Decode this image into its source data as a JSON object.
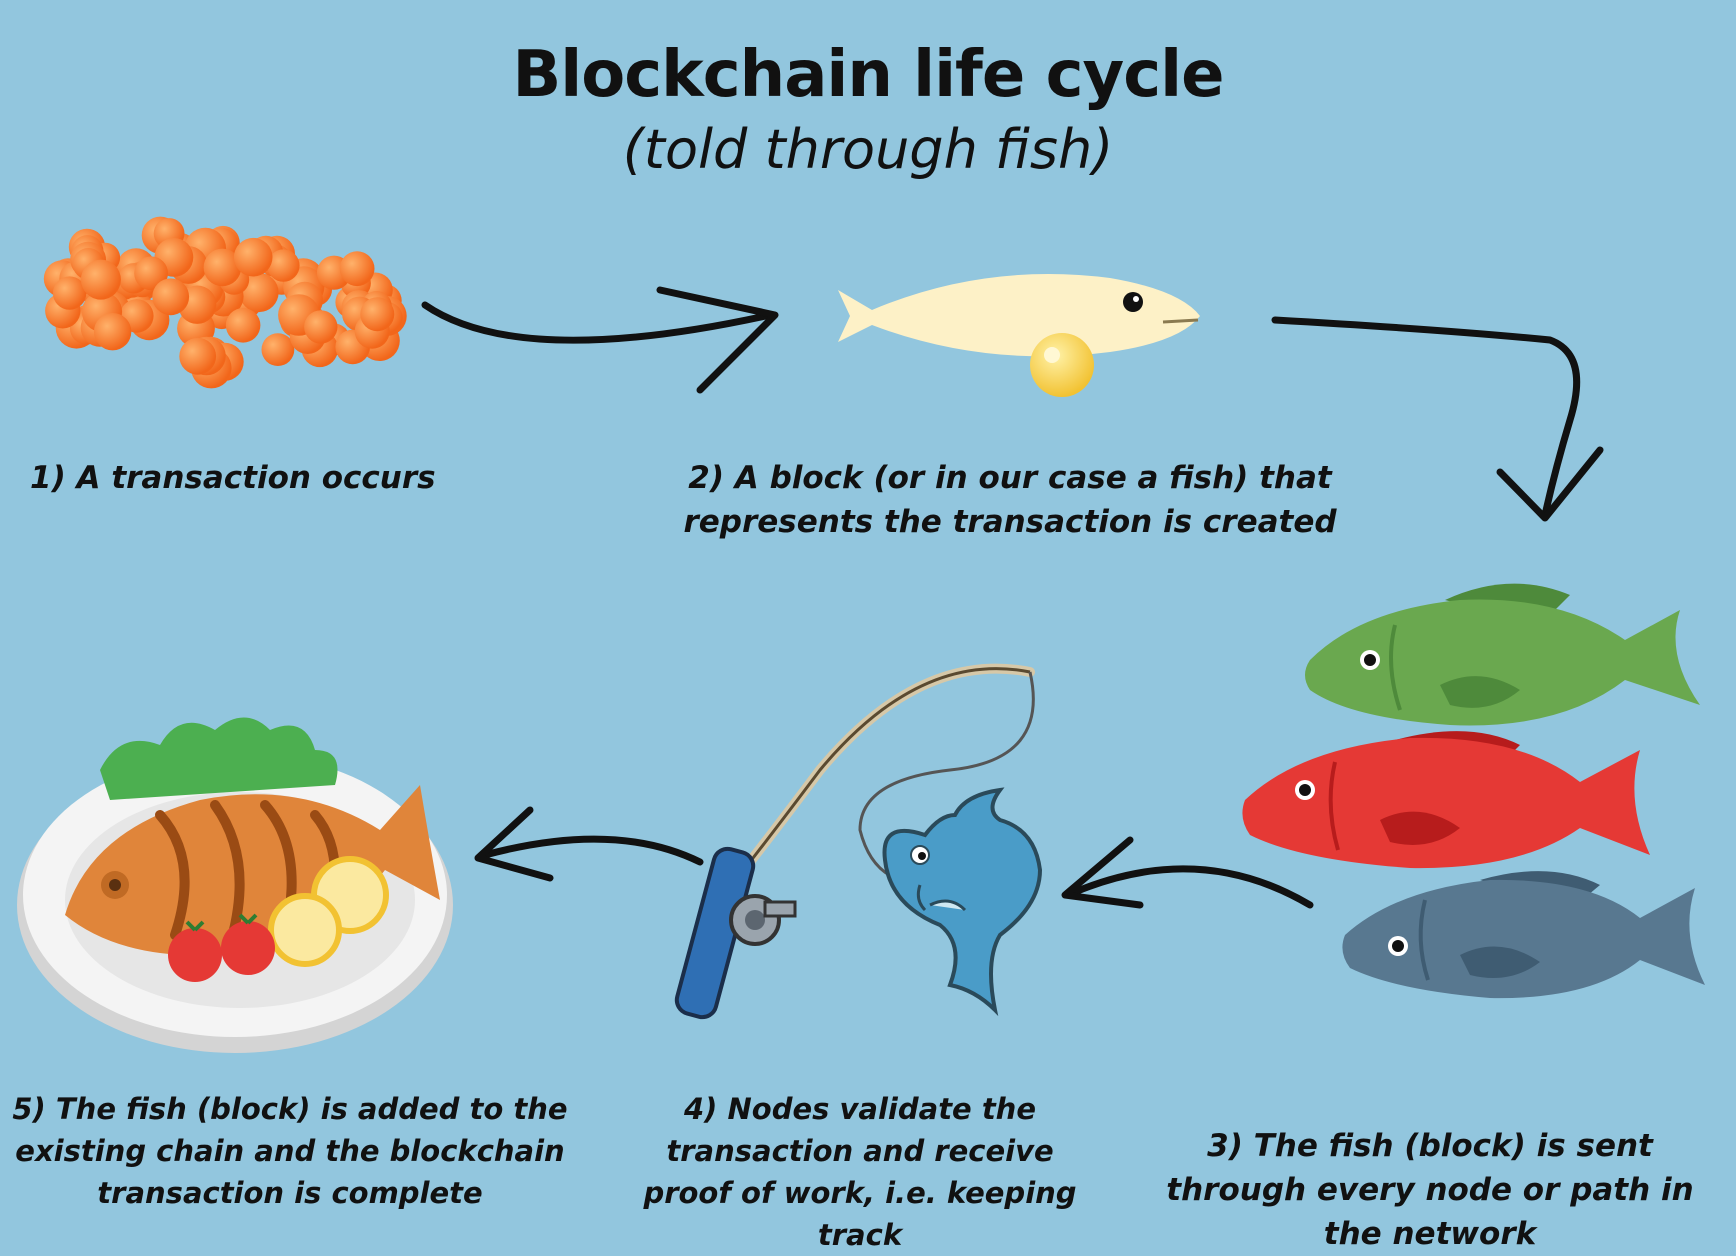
{
  "header": {
    "title": "Blockchain life cycle",
    "subtitle": "(told through fish)"
  },
  "steps": [
    {
      "text": "1) A transaction occurs",
      "icon": "fish-eggs-icon"
    },
    {
      "text": "2) A block (or in our case a fish) that represents the transaction is created",
      "icon": "fish-icon"
    },
    {
      "text": "3) The fish (block) is sent through every node or path in the network",
      "icon": "fish-school-icon"
    },
    {
      "text": "4) Nodes validate the transaction and receive proof of work, i.e. keeping track",
      "icon": "fishing-rod-icon"
    },
    {
      "text": "5) The fish (block) is added to the existing chain and the blockchain transaction is complete",
      "icon": "cooked-fish-plate-icon"
    }
  ],
  "colors": {
    "background": "#92c6de",
    "roe": "#f47a22",
    "green_fish": "#6aa84f",
    "red_fish": "#e53935",
    "grey_fish": "#587890",
    "blue_fish": "#4a9cc8",
    "plate": "#f4f4f4"
  }
}
